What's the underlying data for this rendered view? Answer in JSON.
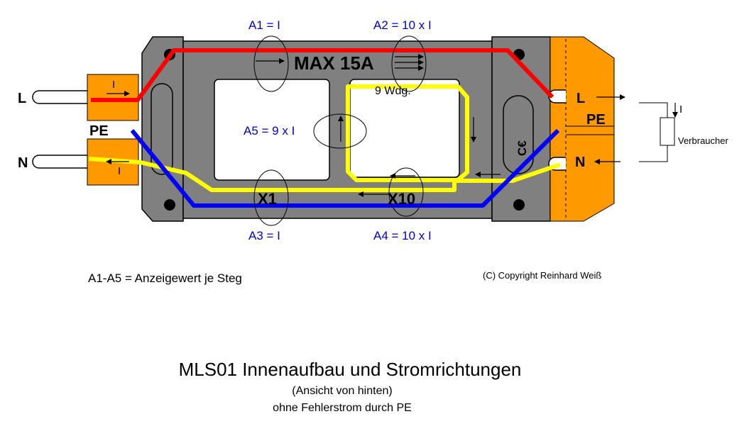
{
  "colors": {
    "body": "#808080",
    "terminal": "#ff9900",
    "live_wire": "#ff0000",
    "neutral_wire": "#0000ff",
    "return_wire": "#ffff00",
    "label_blue": "#0000cc"
  },
  "labels": {
    "a1": "A1 = I",
    "a2": "A2 = 10 x I",
    "a3": "A3 = I",
    "a4": "A4 = 10 x I",
    "a5": "A5 = 9 x I",
    "max": "MAX 15A",
    "windings": "9 Wdg.",
    "x1": "X1",
    "x10": "X10",
    "ce": "C€",
    "current_left_top": "I",
    "current_left_bottom": "I",
    "current_load": "I",
    "load": "Verbraucher"
  },
  "terminals": {
    "left_l": "L",
    "left_pe": "PE",
    "left_n": "N",
    "right_l": "L",
    "right_pe": "PE",
    "right_n": "N"
  },
  "legend": "A1-A5 = Anzeigewert je Steg",
  "copyright": "(C) Copyright Reinhard Weiß",
  "title": "MLS01 Innenaufbau und Stromrichtungen",
  "subtitle1": "(Ansicht von hinten)",
  "subtitle2": "ohne Fehlerstrom durch PE"
}
